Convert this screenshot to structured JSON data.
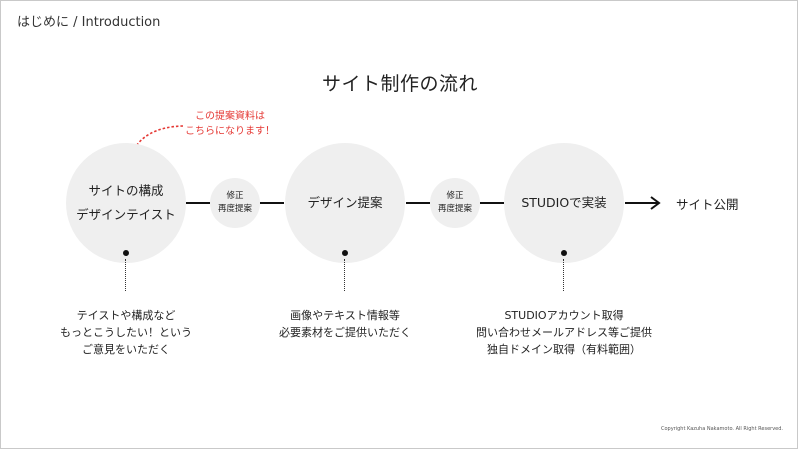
{
  "header": {
    "breadcrumb": "はじめに / Introduction"
  },
  "slide": {
    "title": "サイト制作の流れ"
  },
  "annotation": {
    "line1": "この提案資料は",
    "line2": "こちらになります！"
  },
  "steps": [
    {
      "line1": "サイトの構成",
      "line2": "デザインテイスト",
      "desc": [
        "テイストや構成など",
        "もっとこうしたい！という",
        "ご意見をいただく"
      ]
    },
    {
      "line1": "デザイン提案",
      "desc": [
        "画像やテキスト情報等",
        "必要素材をご提供いただく"
      ]
    },
    {
      "line1": "STUDIOで実装",
      "desc": [
        "STUDIOアカウント取得",
        "問い合わせメールアドレス等ご提供",
        "独自ドメイン取得（有料範囲）"
      ]
    }
  ],
  "revisions": [
    {
      "line1": "修正",
      "line2": "再度提案"
    },
    {
      "line1": "修正",
      "line2": "再度提案"
    }
  ],
  "final_step": "サイト公開",
  "footer": {
    "copyright": "Copyright Kazuha Nakamoto. All Right Reserved."
  },
  "colors": {
    "accent": "#e53935",
    "circle_bg": "#efefef",
    "text": "#222222"
  }
}
